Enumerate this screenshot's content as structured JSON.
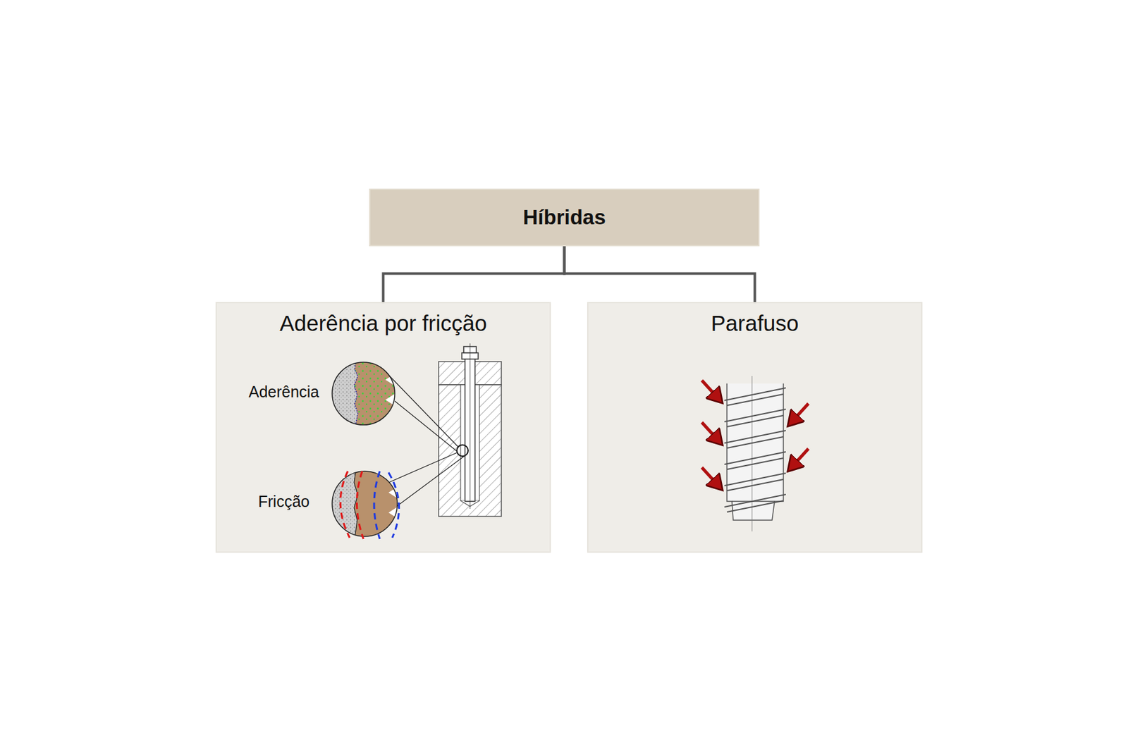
{
  "diagram": {
    "nodes": [
      {
        "text": [
          "Híbridas"
        ]
      },
      {
        "text": [
          "Aderência por fricção"
        ]
      },
      {
        "text": [
          "Parafuso"
        ]
      }
    ],
    "edges": [
      {
        "from": 0,
        "to": 1,
        "arrow": "none"
      },
      {
        "from": 0,
        "to": 2,
        "arrow": "none"
      }
    ],
    "labels": [
      "Aderência",
      "Fricção"
    ]
  }
}
